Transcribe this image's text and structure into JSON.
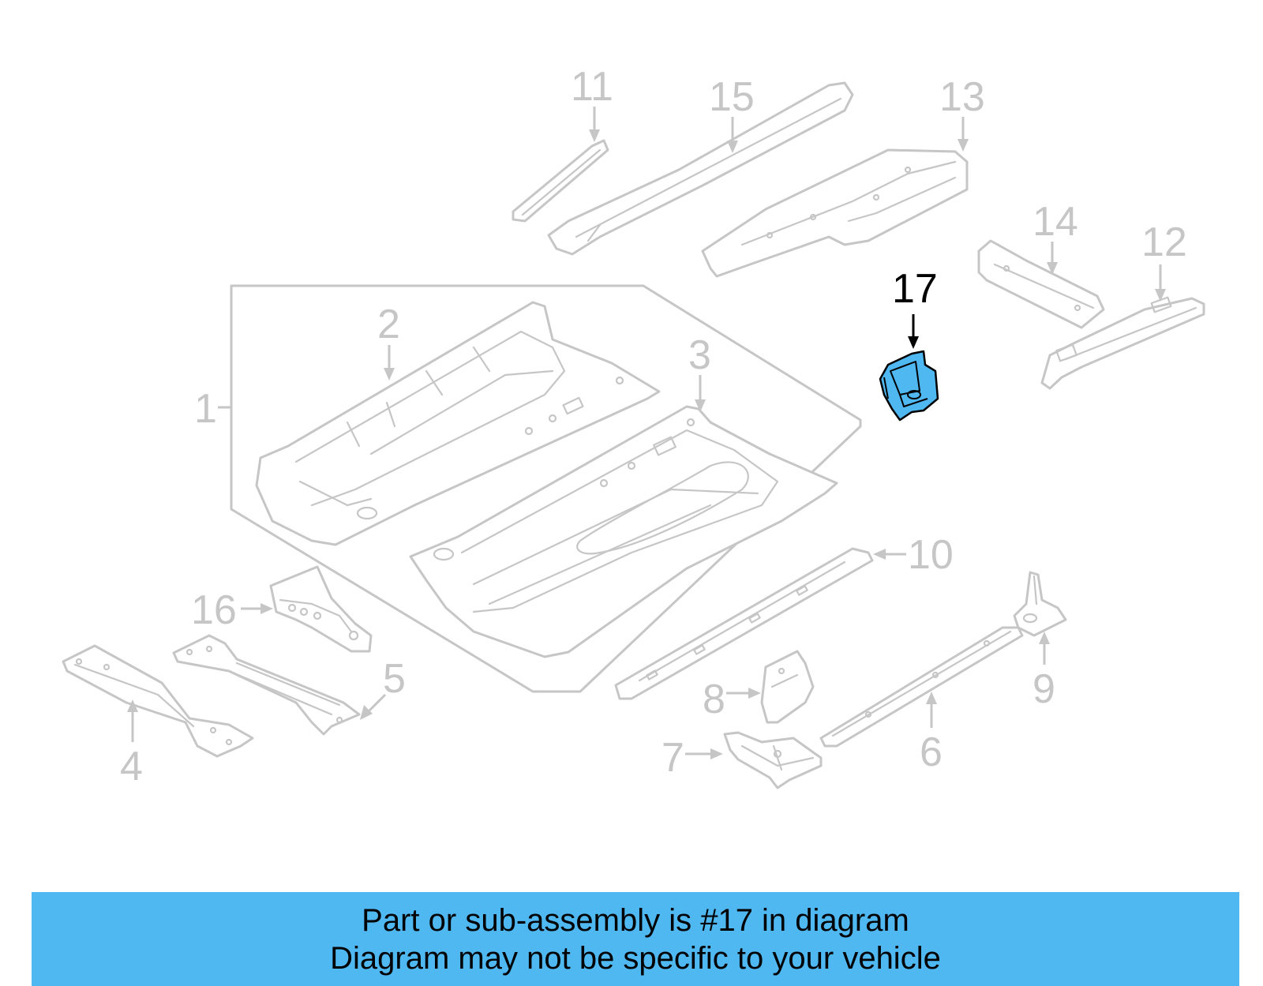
{
  "diagram": {
    "callouts": [
      {
        "id": "1",
        "label": "1"
      },
      {
        "id": "2",
        "label": "2"
      },
      {
        "id": "3",
        "label": "3"
      },
      {
        "id": "4",
        "label": "4"
      },
      {
        "id": "5",
        "label": "5"
      },
      {
        "id": "6",
        "label": "6"
      },
      {
        "id": "7",
        "label": "7"
      },
      {
        "id": "8",
        "label": "8"
      },
      {
        "id": "9",
        "label": "9"
      },
      {
        "id": "10",
        "label": "10"
      },
      {
        "id": "11",
        "label": "11"
      },
      {
        "id": "12",
        "label": "12"
      },
      {
        "id": "13",
        "label": "13"
      },
      {
        "id": "14",
        "label": "14"
      },
      {
        "id": "15",
        "label": "15"
      },
      {
        "id": "16",
        "label": "16"
      },
      {
        "id": "17",
        "label": "17"
      }
    ],
    "highlighted_part": "17",
    "colors": {
      "part_outline": "#c6c6c6",
      "highlight_fill": "#4fb8f1",
      "highlight_outline": "#000000",
      "banner_background": "#4fb8f1"
    }
  },
  "banner": {
    "line1": "Part or sub-assembly is #17 in diagram",
    "line2": "Diagram may not be specific to your vehicle"
  }
}
